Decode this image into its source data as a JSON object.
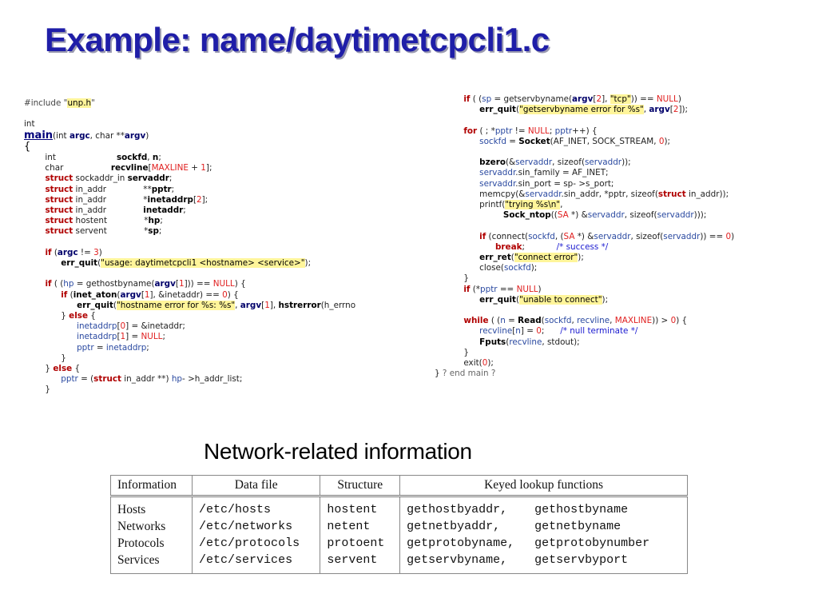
{
  "slide": {
    "title": "Example: name/daytimetcpcli1.c",
    "table_heading": "Network-related information"
  },
  "code": {
    "left": [
      [
        [
          "pp",
          "#include \""
        ],
        [
          "st",
          "unp.h"
        ],
        [
          "pp",
          "\""
        ]
      ],
      [],
      [
        [
          "",
          "int"
        ]
      ],
      [
        [
          "mn",
          "main"
        ],
        [
          "",
          "(int "
        ],
        [
          "bv",
          "argc"
        ],
        [
          "",
          ", char **"
        ],
        [
          "bv",
          "argv"
        ],
        [
          "",
          ")"
        ]
      ],
      [
        [
          "br",
          "{"
        ]
      ],
      [
        [
          "",
          "        int                       "
        ],
        [
          "fn",
          "sockfd"
        ],
        [
          "",
          ", "
        ],
        [
          "fn",
          "n"
        ],
        [
          "",
          ";"
        ]
      ],
      [
        [
          "",
          "        char                  "
        ],
        [
          "fn",
          "recvline"
        ],
        [
          "",
          "["
        ],
        [
          "nm",
          "MAXLINE"
        ],
        [
          "",
          " + "
        ],
        [
          "nm",
          "1"
        ],
        [
          "",
          "];"
        ]
      ],
      [
        [
          "",
          "        "
        ],
        [
          "kw",
          "struct"
        ],
        [
          "",
          " sockaddr_in "
        ],
        [
          "fn",
          "servaddr"
        ],
        [
          "",
          ";"
        ]
      ],
      [
        [
          "",
          "        "
        ],
        [
          "kw",
          "struct"
        ],
        [
          "",
          " in_addr              **"
        ],
        [
          "fn",
          "pptr"
        ],
        [
          "",
          ";"
        ]
      ],
      [
        [
          "",
          "        "
        ],
        [
          "kw",
          "struct"
        ],
        [
          "",
          " in_addr              *"
        ],
        [
          "fn",
          "inetaddrp"
        ],
        [
          "",
          "["
        ],
        [
          "nm",
          "2"
        ],
        [
          "",
          "];"
        ]
      ],
      [
        [
          "",
          "        "
        ],
        [
          "kw",
          "struct"
        ],
        [
          "",
          " in_addr              "
        ],
        [
          "fn",
          "inetaddr"
        ],
        [
          "",
          ";"
        ]
      ],
      [
        [
          "",
          "        "
        ],
        [
          "kw",
          "struct"
        ],
        [
          "",
          " hostent              *"
        ],
        [
          "fn",
          "hp"
        ],
        [
          "",
          ";"
        ]
      ],
      [
        [
          "",
          "        "
        ],
        [
          "kw",
          "struct"
        ],
        [
          "",
          " servent              *"
        ],
        [
          "fn",
          "sp"
        ],
        [
          "",
          ";"
        ]
      ],
      [],
      [
        [
          "",
          "        "
        ],
        [
          "kw",
          "if"
        ],
        [
          "",
          " ("
        ],
        [
          "bv",
          "argc"
        ],
        [
          "",
          " != "
        ],
        [
          "nm",
          "3"
        ],
        [
          "",
          ")"
        ]
      ],
      [
        [
          "",
          "              "
        ],
        [
          "fn",
          "err_quit"
        ],
        [
          "",
          "("
        ],
        [
          "st",
          "\"usage: daytimetcpcli1 <hostname> <service>\""
        ],
        [
          "",
          ");"
        ]
      ],
      [],
      [
        [
          "",
          "        "
        ],
        [
          "kw",
          "if"
        ],
        [
          "",
          " ( ("
        ],
        [
          "vr",
          "hp"
        ],
        [
          "",
          " = gethostbyname("
        ],
        [
          "bv",
          "argv"
        ],
        [
          "",
          "["
        ],
        [
          "nm",
          "1"
        ],
        [
          "",
          "])) == "
        ],
        [
          "nm",
          "NULL"
        ],
        [
          "",
          ") {"
        ]
      ],
      [
        [
          "",
          "              "
        ],
        [
          "kw",
          "if"
        ],
        [
          "",
          " ("
        ],
        [
          "fn",
          "inet_aton"
        ],
        [
          "",
          "("
        ],
        [
          "bv",
          "argv"
        ],
        [
          "",
          "["
        ],
        [
          "nm",
          "1"
        ],
        [
          "",
          "], &inetaddr) == "
        ],
        [
          "nm",
          "0"
        ],
        [
          "",
          ") {"
        ]
      ],
      [
        [
          "",
          "                    "
        ],
        [
          "fn",
          "err_quit"
        ],
        [
          "",
          "("
        ],
        [
          "st",
          "\"hostname error for %s: %s\""
        ],
        [
          "",
          ", "
        ],
        [
          "bv",
          "argv"
        ],
        [
          "",
          "["
        ],
        [
          "nm",
          "1"
        ],
        [
          "",
          "], "
        ],
        [
          "fn",
          "hstrerror"
        ],
        [
          "",
          "(h_errno"
        ]
      ],
      [
        [
          "",
          "              } "
        ],
        [
          "kw",
          "else"
        ],
        [
          "",
          " {"
        ]
      ],
      [
        [
          "",
          "                    "
        ],
        [
          "vr",
          "inetaddrp"
        ],
        [
          "",
          "["
        ],
        [
          "nm",
          "0"
        ],
        [
          "",
          "] = &inetaddr;"
        ]
      ],
      [
        [
          "",
          "                    "
        ],
        [
          "vr",
          "inetaddrp"
        ],
        [
          "",
          "["
        ],
        [
          "nm",
          "1"
        ],
        [
          "",
          "] = "
        ],
        [
          "nm",
          "NULL"
        ],
        [
          "",
          ";"
        ]
      ],
      [
        [
          "",
          "                    "
        ],
        [
          "vr",
          "pptr"
        ],
        [
          "",
          " = "
        ],
        [
          "vr",
          "inetaddrp"
        ],
        [
          "",
          ";"
        ]
      ],
      [
        [
          "",
          "              }"
        ]
      ],
      [
        [
          "",
          "        } "
        ],
        [
          "kw",
          "else"
        ],
        [
          "",
          " {"
        ]
      ],
      [
        [
          "",
          "              "
        ],
        [
          "vr",
          "pptr"
        ],
        [
          "",
          " = ("
        ],
        [
          "kw",
          "struct"
        ],
        [
          "",
          " in_addr **) "
        ],
        [
          "vr",
          "hp"
        ],
        [
          "",
          "- >h_addr_list;"
        ]
      ],
      [
        [
          "",
          "        }"
        ]
      ]
    ],
    "right": [
      [
        [
          "",
          "           "
        ],
        [
          "kw",
          "if"
        ],
        [
          "",
          " ( ("
        ],
        [
          "vr",
          "sp"
        ],
        [
          "",
          " = getservbyname("
        ],
        [
          "bv",
          "argv"
        ],
        [
          "",
          "["
        ],
        [
          "nm",
          "2"
        ],
        [
          "",
          "], "
        ],
        [
          "st",
          "\"tcp\""
        ],
        [
          "",
          ")) == "
        ],
        [
          "nm",
          "NULL"
        ],
        [
          "",
          ")"
        ]
      ],
      [
        [
          "",
          "                 "
        ],
        [
          "fn",
          "err_quit"
        ],
        [
          "",
          "("
        ],
        [
          "st",
          "\"getservbyname error for %s\""
        ],
        [
          "",
          ", "
        ],
        [
          "bv",
          "argv"
        ],
        [
          "",
          "["
        ],
        [
          "nm",
          "2"
        ],
        [
          "",
          "]);"
        ]
      ],
      [],
      [
        [
          "",
          "           "
        ],
        [
          "kw",
          "for"
        ],
        [
          "",
          " ( ; *"
        ],
        [
          "vr",
          "pptr"
        ],
        [
          "",
          " != "
        ],
        [
          "nm",
          "NULL"
        ],
        [
          "",
          "; "
        ],
        [
          "vr",
          "pptr"
        ],
        [
          "",
          "++) {"
        ]
      ],
      [
        [
          "",
          "                 "
        ],
        [
          "vr",
          "sockfd"
        ],
        [
          "",
          " = "
        ],
        [
          "fn",
          "Socket"
        ],
        [
          "",
          "(AF_INET, SOCK_STREAM, "
        ],
        [
          "nm",
          "0"
        ],
        [
          "",
          ");"
        ]
      ],
      [],
      [
        [
          "",
          "                 "
        ],
        [
          "fn",
          "bzero"
        ],
        [
          "",
          "(&"
        ],
        [
          "vr",
          "servaddr"
        ],
        [
          "",
          ", sizeof("
        ],
        [
          "vr",
          "servaddr"
        ],
        [
          "",
          "));"
        ]
      ],
      [
        [
          "",
          "                 "
        ],
        [
          "vr",
          "servaddr"
        ],
        [
          "",
          ".sin_family = AF_INET;"
        ]
      ],
      [
        [
          "",
          "                 "
        ],
        [
          "vr",
          "servaddr"
        ],
        [
          "",
          ".sin_port = sp- >s_port;"
        ]
      ],
      [
        [
          "",
          "                 memcpy(&"
        ],
        [
          "vr",
          "servaddr"
        ],
        [
          "",
          ".sin_addr, *pptr, sizeof("
        ],
        [
          "kw",
          "struct"
        ],
        [
          "",
          " in_addr));"
        ]
      ],
      [
        [
          "",
          "                 printf("
        ],
        [
          "st",
          "\"trying %s\\n\""
        ],
        [
          "",
          ","
        ]
      ],
      [
        [
          "",
          "                          "
        ],
        [
          "fn",
          "Sock_ntop"
        ],
        [
          "",
          "(("
        ],
        [
          "nm",
          "SA"
        ],
        [
          "",
          " *) &"
        ],
        [
          "vr",
          "servaddr"
        ],
        [
          "",
          ", sizeof("
        ],
        [
          "vr",
          "servaddr"
        ],
        [
          "",
          ")));"
        ]
      ],
      [],
      [
        [
          "",
          "                 "
        ],
        [
          "kw",
          "if"
        ],
        [
          "",
          " (connect("
        ],
        [
          "vr",
          "sockfd"
        ],
        [
          "",
          ", ("
        ],
        [
          "nm",
          "SA"
        ],
        [
          "",
          " *) &"
        ],
        [
          "vr",
          "servaddr"
        ],
        [
          "",
          ", sizeof("
        ],
        [
          "vr",
          "servaddr"
        ],
        [
          "",
          ")) == "
        ],
        [
          "nm",
          "0"
        ],
        [
          "",
          ")"
        ]
      ],
      [
        [
          "",
          "                       "
        ],
        [
          "kw",
          "break"
        ],
        [
          "",
          ";            "
        ],
        [
          "cm",
          "/* success */"
        ]
      ],
      [
        [
          "",
          "                 "
        ],
        [
          "fn",
          "err_ret"
        ],
        [
          "",
          "("
        ],
        [
          "st",
          "\"connect error\""
        ],
        [
          "",
          ");"
        ]
      ],
      [
        [
          "",
          "                 close("
        ],
        [
          "vr",
          "sockfd"
        ],
        [
          "",
          ");"
        ]
      ],
      [
        [
          "",
          "           }"
        ]
      ],
      [
        [
          "",
          "           "
        ],
        [
          "kw",
          "if"
        ],
        [
          "",
          " (*"
        ],
        [
          "vr",
          "pptr"
        ],
        [
          "",
          " == "
        ],
        [
          "nm",
          "NULL"
        ],
        [
          "",
          ")"
        ]
      ],
      [
        [
          "",
          "                 "
        ],
        [
          "fn",
          "err_quit"
        ],
        [
          "",
          "("
        ],
        [
          "st",
          "\"unable to connect\""
        ],
        [
          "",
          ");"
        ]
      ],
      [],
      [
        [
          "",
          "           "
        ],
        [
          "kw",
          "while"
        ],
        [
          "",
          " ( ("
        ],
        [
          "vr",
          "n"
        ],
        [
          "",
          " = "
        ],
        [
          "fn",
          "Read"
        ],
        [
          "",
          "("
        ],
        [
          "vr",
          "sockfd"
        ],
        [
          "",
          ", "
        ],
        [
          "vr",
          "recvline"
        ],
        [
          "",
          ", "
        ],
        [
          "nm",
          "MAXLINE"
        ],
        [
          "",
          ")) > "
        ],
        [
          "nm",
          "0"
        ],
        [
          "",
          ") {"
        ]
      ],
      [
        [
          "",
          "                 "
        ],
        [
          "vr",
          "recvline"
        ],
        [
          "",
          "["
        ],
        [
          "vr",
          "n"
        ],
        [
          "",
          "] = "
        ],
        [
          "nm",
          "0"
        ],
        [
          "",
          ";      "
        ],
        [
          "cm",
          "/* null terminate */"
        ]
      ],
      [
        [
          "",
          "                 "
        ],
        [
          "fn",
          "Fputs"
        ],
        [
          "",
          "("
        ],
        [
          "vr",
          "recvline"
        ],
        [
          "",
          ", stdout);"
        ]
      ],
      [
        [
          "",
          "           }"
        ]
      ],
      [
        [
          "",
          "           exit("
        ],
        [
          "nm",
          "0"
        ],
        [
          "",
          ");"
        ]
      ],
      [
        [
          "",
          "} "
        ],
        [
          "em",
          "? end main ?"
        ]
      ]
    ]
  },
  "table": {
    "headers": [
      "Information",
      "Data file",
      "Structure",
      "Keyed lookup functions"
    ],
    "rows": [
      {
        "information": "Hosts",
        "data_file": "/etc/hosts",
        "structure": "hostent",
        "function_1": "gethostbyaddr,",
        "function_2": "gethostbyname"
      },
      {
        "information": "Networks",
        "data_file": "/etc/networks",
        "structure": "netent",
        "function_1": "getnetbyaddr,",
        "function_2": "getnetbyname"
      },
      {
        "information": "Protocols",
        "data_file": "/etc/protocols",
        "structure": "protoent",
        "function_1": "getprotobyname,",
        "function_2": "getprotobynumber"
      },
      {
        "information": "Services",
        "data_file": "/etc/services",
        "structure": "servent",
        "function_1": "getservbyname,",
        "function_2": "getservbyport"
      }
    ]
  }
}
